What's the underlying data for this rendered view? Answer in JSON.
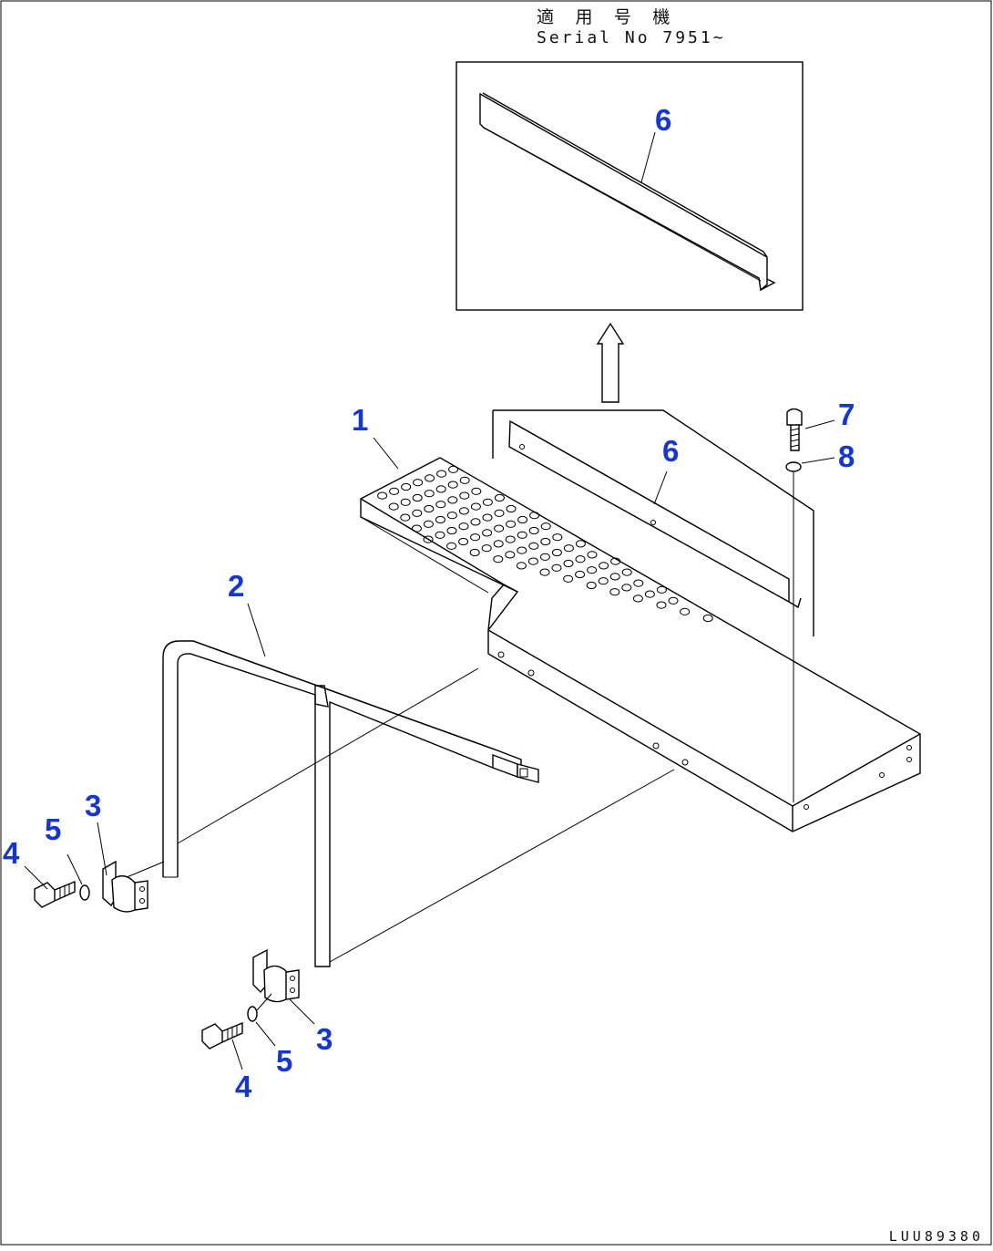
{
  "header": {
    "applicable_label_jp": "適 用 号 機",
    "serial_label": "Serial No 7951~"
  },
  "drawing_code": "LUU89380",
  "callouts": {
    "c1": "1",
    "c2": "2",
    "c3a": "3",
    "c3b": "3",
    "c4a": "4",
    "c4b": "4",
    "c5a": "5",
    "c5b": "5",
    "c6_inset": "6",
    "c6_main": "6",
    "c7": "7",
    "c8": "8"
  },
  "colors": {
    "callout": "#1436d6",
    "line": "#000000",
    "background": "#ffffff"
  }
}
